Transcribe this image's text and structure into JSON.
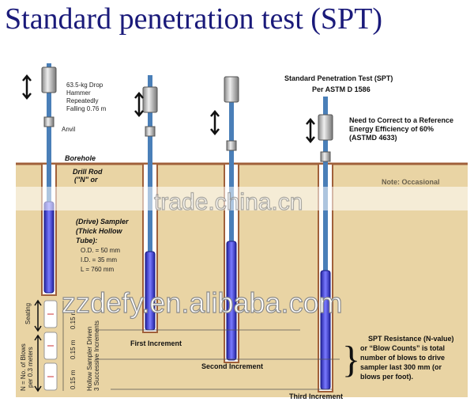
{
  "title": "Standard penetration test (SPT)",
  "heading": {
    "line1": "Standard Penetration Test (SPT)",
    "line2": "Per ASTM D 1586"
  },
  "hammer_label": [
    "63.5-kg Drop",
    "Hammer",
    "Repeatedly",
    "Falling 0.76 m"
  ],
  "anvil_label": "Anvil",
  "borehole_label": "Borehole",
  "drill_rod_label": [
    "Drill Rod",
    "(\"N\" or"
  ],
  "sampler_label": [
    "(Drive) Sampler",
    "(Thick Hollow",
    "Tube):"
  ],
  "sampler_dims": [
    "O.D. = 50 mm",
    "I.D. = 35 mm",
    "L = 760 mm"
  ],
  "energy_note": [
    "Need to Correct to a Reference",
    "Energy Efficiency of 60%",
    "(ASTMD 4633)"
  ],
  "note_label": "Note: Occasional",
  "seating": "Seating",
  "n_label": [
    "N = No. of Blows",
    "per 0.3 meters"
  ],
  "increment_lengths": [
    "0.15 m",
    "0.15 m",
    "0.15 m"
  ],
  "hollow_label": [
    "Hollow Sampler Driven",
    "3 Successive Increments"
  ],
  "increments": [
    "First Increment",
    "Second Increment",
    "Third Increment"
  ],
  "resistance_note": [
    "SPT Resistance (N-value)",
    "or “Blow Counts” is total",
    "number of blows to drive",
    "sampler last 300 mm (or",
    "blows per foot)."
  ],
  "watermarks": [
    "trade.china.cn",
    "zzdefy.en.alibaba.com"
  ],
  "colors": {
    "soil": "#e9d4a4",
    "rod": "#4a7fb8",
    "sampler": "#3b3bd0",
    "borehole": "#a0603a",
    "title": "#1a1a7a"
  }
}
